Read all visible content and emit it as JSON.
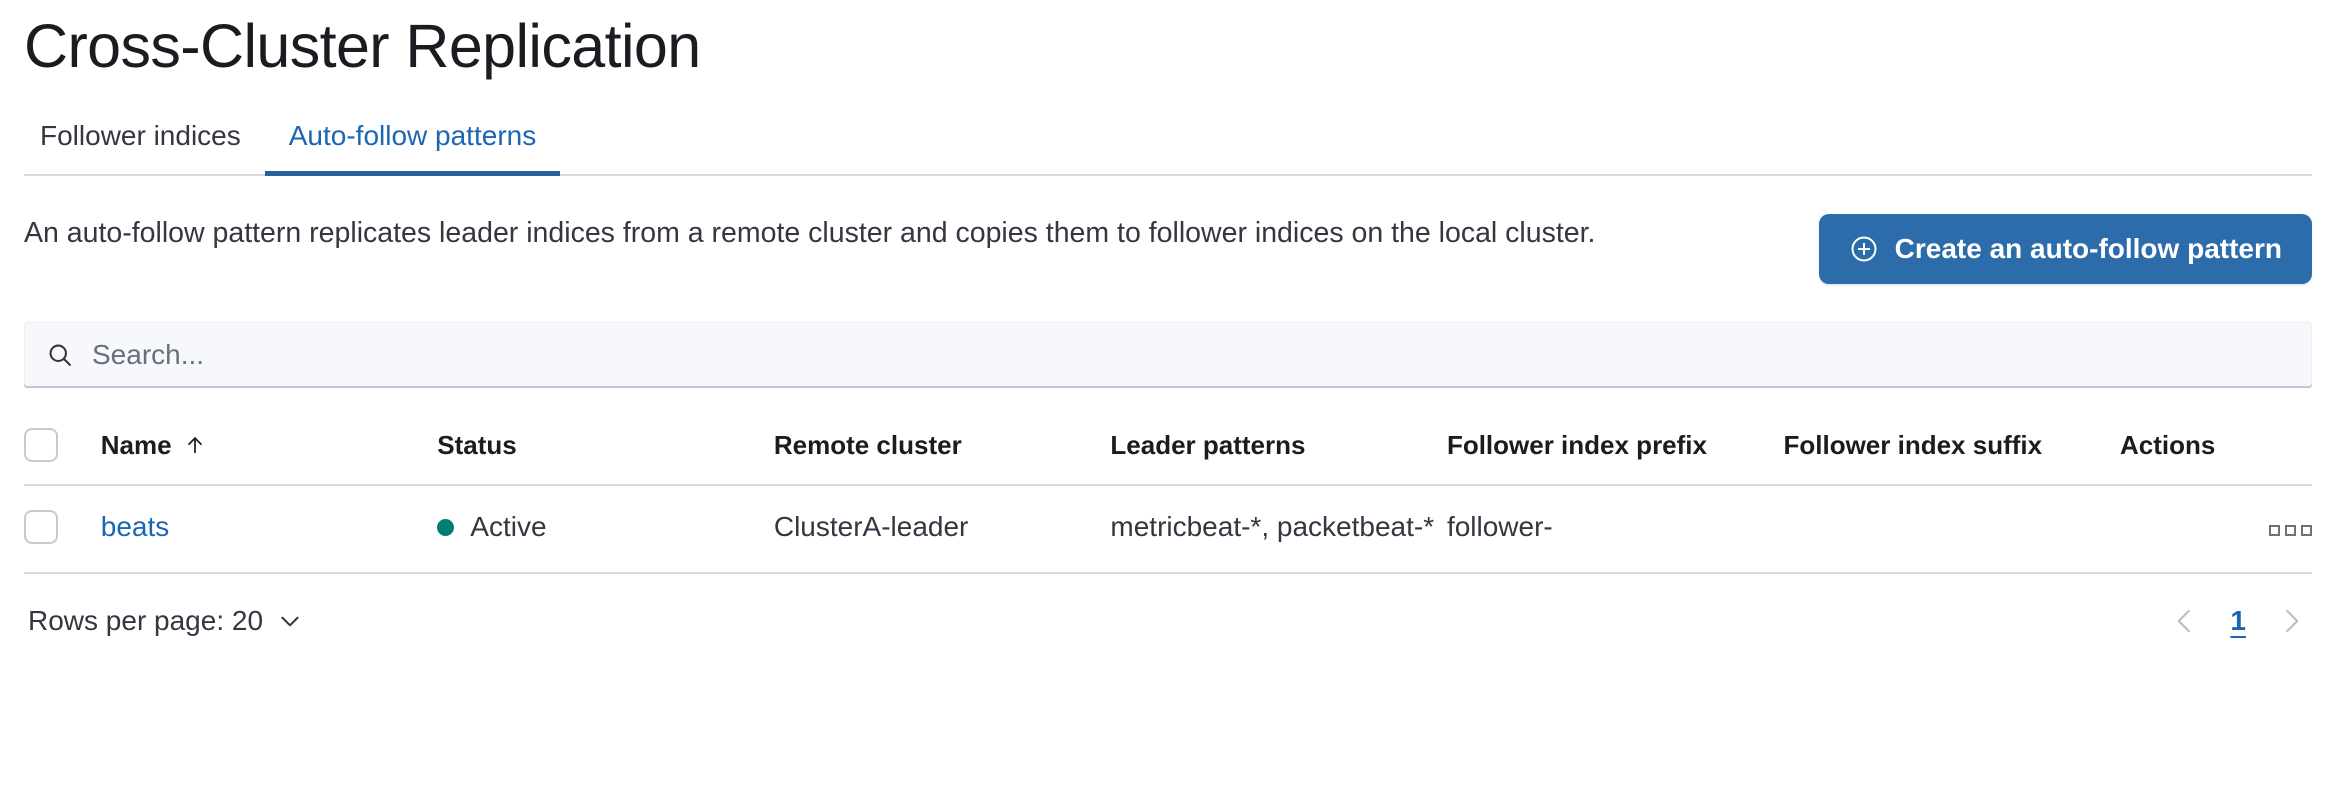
{
  "header": {
    "title": "Cross-Cluster Replication"
  },
  "tabs": [
    {
      "label": "Follower indices",
      "active": false,
      "name": "tab-follower-indices"
    },
    {
      "label": "Auto-follow patterns",
      "active": true,
      "name": "tab-auto-follow-patterns"
    }
  ],
  "intro": {
    "description": "An auto-follow pattern replicates leader indices from a remote cluster and copies them to follower indices on the local cluster.",
    "create_button_label": "Create an auto-follow pattern",
    "create_button_icon": "plus-in-circle-icon",
    "accent_color": "#2d6cab"
  },
  "search": {
    "placeholder": "Search...",
    "value": "",
    "icon": "search-icon"
  },
  "table": {
    "columns": [
      "Name",
      "Status",
      "Remote cluster",
      "Leader patterns",
      "Follower index prefix",
      "Follower index suffix",
      "Actions"
    ],
    "sort": {
      "column": "Name",
      "direction": "asc",
      "icon": "sort-arrow-up-icon"
    },
    "rows": [
      {
        "name": "beats",
        "status": "Active",
        "status_color": "#017d73",
        "remote_cluster": "ClusterA-leader",
        "leader_patterns": "metricbeat-*, packetbeat-*",
        "follower_index_prefix": "follower-",
        "follower_index_suffix": "",
        "actions_icon": "boxes-horizontal-icon"
      }
    ]
  },
  "footer": {
    "rows_per_page_label": "Rows per page: 20",
    "rows_per_page_icon": "chevron-down-icon",
    "prev_icon": "chevron-left-icon",
    "next_icon": "chevron-right-icon",
    "current_page": "1"
  }
}
